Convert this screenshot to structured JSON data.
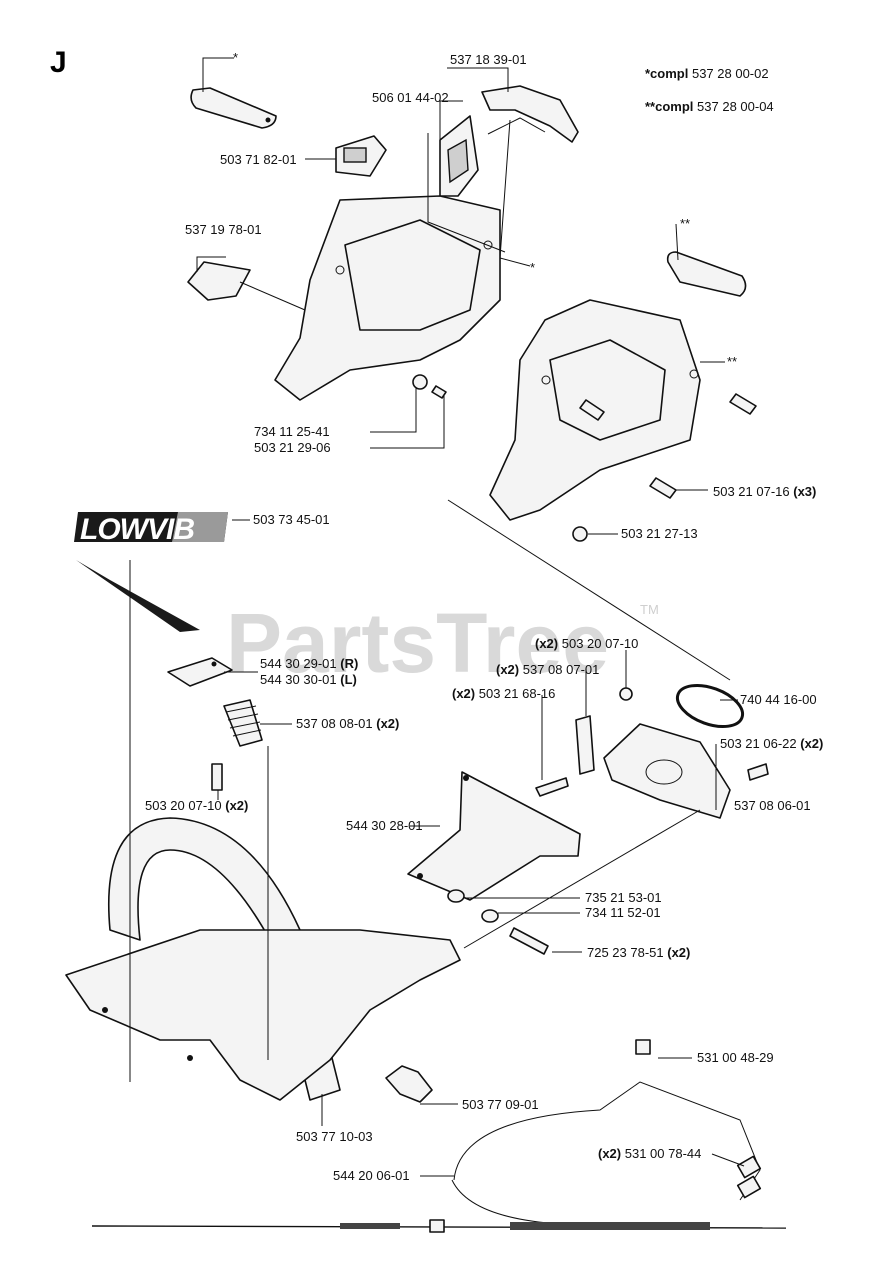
{
  "section_letter": "J",
  "kit_notes": [
    {
      "marker": "*compl",
      "number": "537 28 00-02"
    },
    {
      "marker": "**compl",
      "number": "537 28 00-04"
    }
  ],
  "watermark": {
    "text": "PartsTree",
    "tm": "TM"
  },
  "logo_text": "LOWVIB",
  "callouts": {
    "c1": {
      "text": "*"
    },
    "c2": {
      "text": "537 18 39-01"
    },
    "c3": {
      "text": "506 01 44-02"
    },
    "c4": {
      "text": "503 71 82-01"
    },
    "c5": {
      "text": "537 19 78-01"
    },
    "c6": {
      "text": "*"
    },
    "c7": {
      "text": "**"
    },
    "c8": {
      "text": "**"
    },
    "c9": {
      "text": "734 11 25-41"
    },
    "c10": {
      "text": "503 21 29-06"
    },
    "c11": {
      "text": "503 21 07-16",
      "qty": "(x3)"
    },
    "c12": {
      "text": "503 21 27-13"
    },
    "c13": {
      "text": "503 73 45-01"
    },
    "c14": {
      "qty": "(x2)",
      "text": "503 20 07-10"
    },
    "c15": {
      "qty": "(x2)",
      "text": "537 08 07-01"
    },
    "c16": {
      "qty": "(x2)",
      "text": "503 21 68-16"
    },
    "c17": {
      "text": "740 44 16-00"
    },
    "c18": {
      "text": "544 30 29-01",
      "qty": "(R)"
    },
    "c19": {
      "text": "544 30 30-01",
      "qty": "(L)"
    },
    "c20": {
      "text": "537 08 08-01",
      "qty": "(x2)"
    },
    "c21": {
      "text": "503 21 06-22",
      "qty": "(x2)"
    },
    "c22": {
      "text": "537 08 06-01"
    },
    "c23": {
      "text": "503 20 07-10",
      "qty": "(x2)"
    },
    "c24": {
      "text": "544 30 28-01"
    },
    "c25": {
      "text": "735 21 53-01"
    },
    "c26": {
      "text": "734 11 52-01"
    },
    "c27": {
      "text": "725 23 78-51",
      "qty": "(x2)"
    },
    "c28": {
      "text": "531 00 48-29"
    },
    "c29": {
      "text": "503 77 09-01"
    },
    "c30": {
      "text": "503 77 10-03"
    },
    "c31": {
      "qty": "(x2)",
      "text": "531 00 78-44"
    },
    "c32": {
      "text": "544 20 06-01"
    }
  }
}
